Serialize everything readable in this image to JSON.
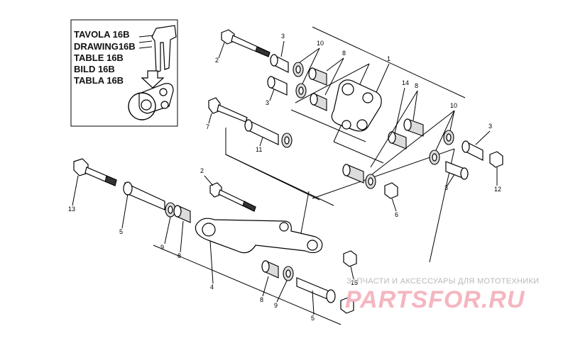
{
  "inset": {
    "lines": [
      "TAVOLA 16B",
      "DRAWING16B",
      "TABLE 16B",
      "BILD 16B",
      "TABLA 16B"
    ]
  },
  "callouts": [
    {
      "id": "c1",
      "label": "1"
    },
    {
      "id": "c2a",
      "label": "2"
    },
    {
      "id": "c2b",
      "label": "2"
    },
    {
      "id": "c3a",
      "label": "3"
    },
    {
      "id": "c3b",
      "label": "3"
    },
    {
      "id": "c3c",
      "label": "3"
    },
    {
      "id": "c3d",
      "label": "3"
    },
    {
      "id": "c4",
      "label": "4"
    },
    {
      "id": "c5a",
      "label": "5"
    },
    {
      "id": "c5b",
      "label": "5"
    },
    {
      "id": "c6",
      "label": "6"
    },
    {
      "id": "c7",
      "label": "7"
    },
    {
      "id": "c8a",
      "label": "8"
    },
    {
      "id": "c8b",
      "label": "8"
    },
    {
      "id": "c8c",
      "label": "8"
    },
    {
      "id": "c8d",
      "label": "8"
    },
    {
      "id": "c9a",
      "label": "9"
    },
    {
      "id": "c9b",
      "label": "9"
    },
    {
      "id": "c10a",
      "label": "10"
    },
    {
      "id": "c10b",
      "label": "10"
    },
    {
      "id": "c11",
      "label": "11"
    },
    {
      "id": "c12",
      "label": "12"
    },
    {
      "id": "c13",
      "label": "13"
    },
    {
      "id": "c14",
      "label": "14"
    },
    {
      "id": "c15",
      "label": "15"
    }
  ],
  "watermark": {
    "subtitle": "ЗАПЧАСТИ И АКСЕССУАРЫ ДЛЯ МОТОТЕХНИКИ",
    "brand": "PARTSFOR.RU",
    "color": "#f4b6c0"
  }
}
